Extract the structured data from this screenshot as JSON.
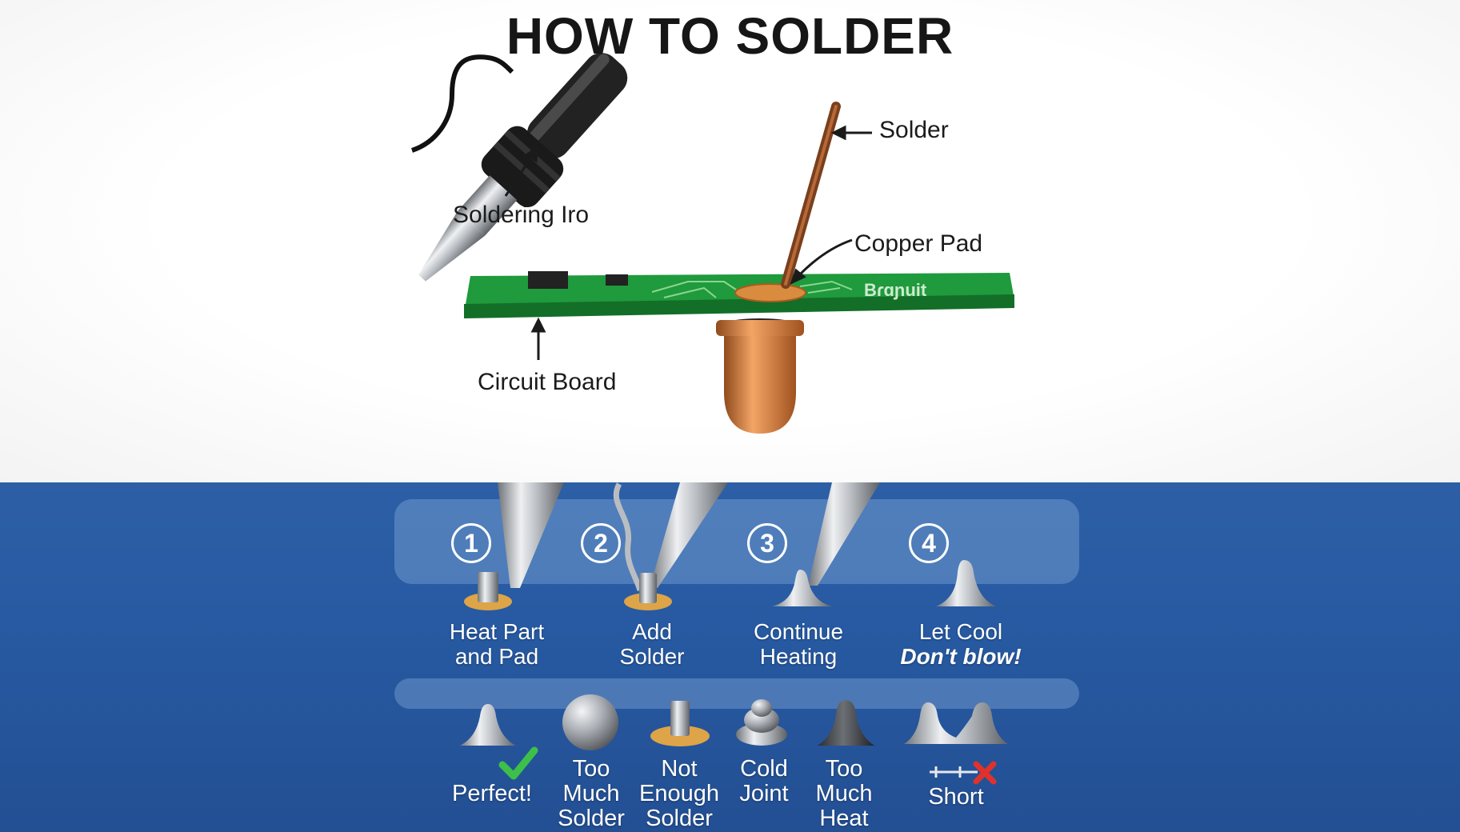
{
  "title": "HOW TO SOLDER",
  "labels": {
    "solder": "Solder",
    "soldering_iron": "Soldering Iro",
    "copper_pad": "Copper Pad",
    "circuit_board": "Circuit Board",
    "board_print": "Bɾɑɲuit"
  },
  "steps": [
    {
      "number": "1",
      "lines": [
        "Heat Part",
        "and Pad"
      ]
    },
    {
      "number": "2",
      "lines": [
        "Add",
        "Solder"
      ]
    },
    {
      "number": "3",
      "lines": [
        "Continue",
        "Heating"
      ]
    },
    {
      "number": "4",
      "lines": [
        "Let Cool"
      ],
      "emphasis": "Don't blow!"
    }
  ],
  "quality": [
    {
      "lines": [
        "Perfect!"
      ],
      "mark": "check-icon"
    },
    {
      "lines": [
        "Too",
        "Much",
        "Solder"
      ]
    },
    {
      "lines": [
        "Not",
        "Enough",
        "Solder"
      ]
    },
    {
      "lines": [
        "Cold",
        "Joint"
      ]
    },
    {
      "lines": [
        "Too",
        "Much",
        "Heat"
      ]
    },
    {
      "lines": [
        "Short"
      ],
      "mark": "cross-icon"
    }
  ],
  "colors": {
    "board_green": "#1f9a3c",
    "copper": "#d6813f",
    "panel_blue": "#275aa2",
    "check_green": "#3cc04a",
    "cross_red": "#e0322b"
  }
}
